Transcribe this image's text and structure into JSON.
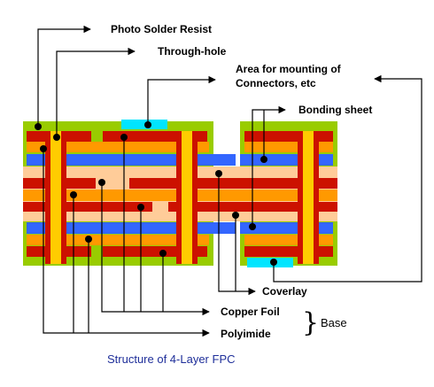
{
  "labels": {
    "photo_solder_resist": "Photo Solder Resist",
    "through_hole": "Through-hole",
    "connector_area_line1": "Area for mounting of",
    "connector_area_line2": "Connectors, etc",
    "bonding_sheet": "Bonding sheet",
    "coverlay": "Coverlay",
    "copper_foil": "Copper Foil",
    "polyimide": "Polyimide",
    "base": "Base"
  },
  "caption": "Structure of 4-Layer FPC",
  "colors": {
    "resist_green": "#99cc00",
    "copper_red": "#cc1100",
    "polyimide_orange": "#ff9900",
    "blue_layer": "#3366ff",
    "bonding_beige": "#ffcc99",
    "hole_yellow": "#ffcc00",
    "connector_cyan": "#00e5ff",
    "caption_blue": "#1f2f9a"
  }
}
